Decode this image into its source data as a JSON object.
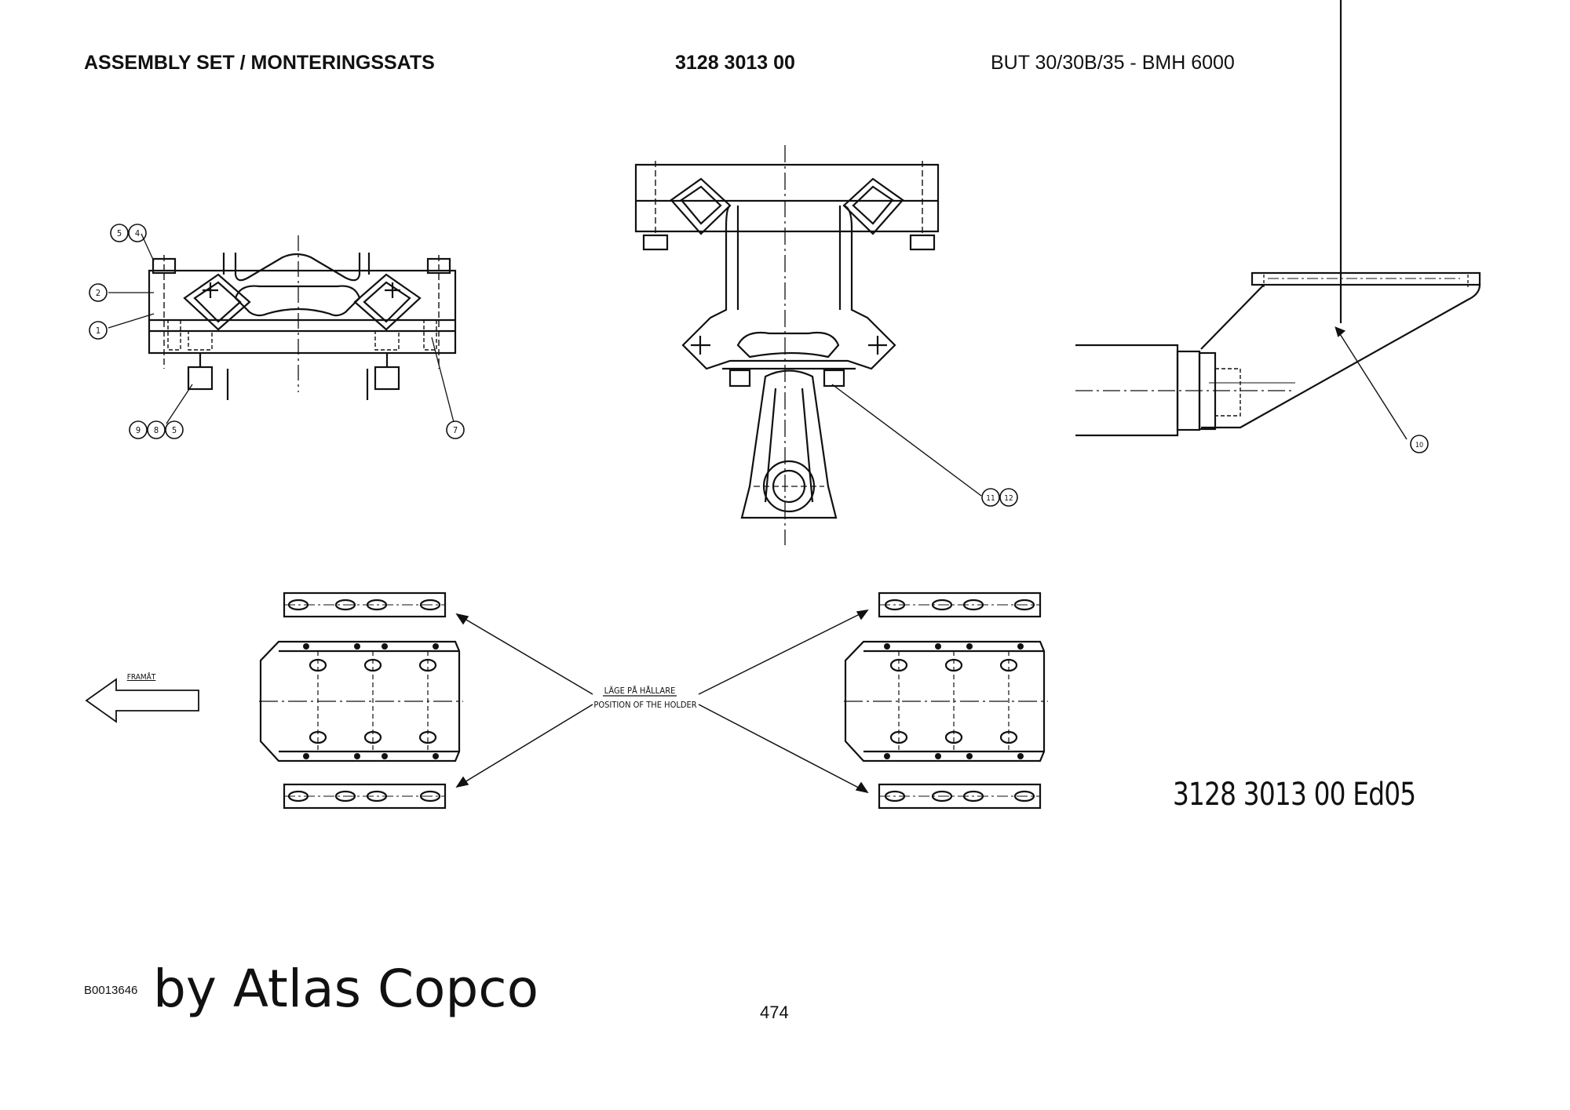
{
  "header": {
    "title": "ASSEMBLY SET / MONTERINGSSATS",
    "part_number": "3128 3013 00",
    "model": "BUT 30/30B/35 - BMH 6000"
  },
  "callouts": {
    "c1": "1",
    "c2": "2",
    "c4": "4",
    "c5": "5",
    "c5b": "5",
    "c7": "7",
    "c8": "8",
    "c9": "9",
    "c10": "10",
    "c11": "11",
    "c12": "12"
  },
  "labels": {
    "forward": "FRAMÅT",
    "position_sv": "LÄGE PÅ HÅLLARE",
    "position_en": "POSITION OF THE HOLDER"
  },
  "edition": "3128 3013  00  Ed05",
  "footer": {
    "code": "B0013646",
    "credit": "by Atlas Copco",
    "page": "474"
  }
}
